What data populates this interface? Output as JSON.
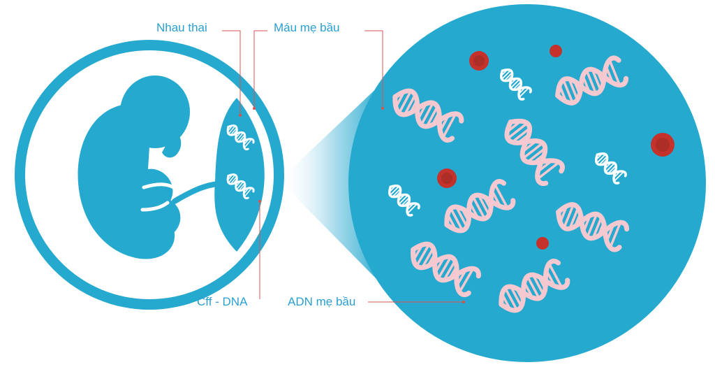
{
  "labels": {
    "placenta": "Nhau thai",
    "maternal_blood": "Máu mẹ bầu",
    "cff_dna": "Cff - DNA",
    "maternal_dna": "ADN mẹ bầu"
  },
  "colors": {
    "primary_blue": "#26a9cf",
    "label_blue": "#2a9fd0",
    "dna_maternal": "#f5c9cf",
    "dna_fetal": "#ffffff",
    "blood_cell": "#c4322b",
    "leader_line": "#d9534f"
  },
  "icons": {
    "fetus": "fetus-silhouette",
    "dna_helix": "dna-helix-icon",
    "blood_cell": "red-blood-cell-icon"
  }
}
